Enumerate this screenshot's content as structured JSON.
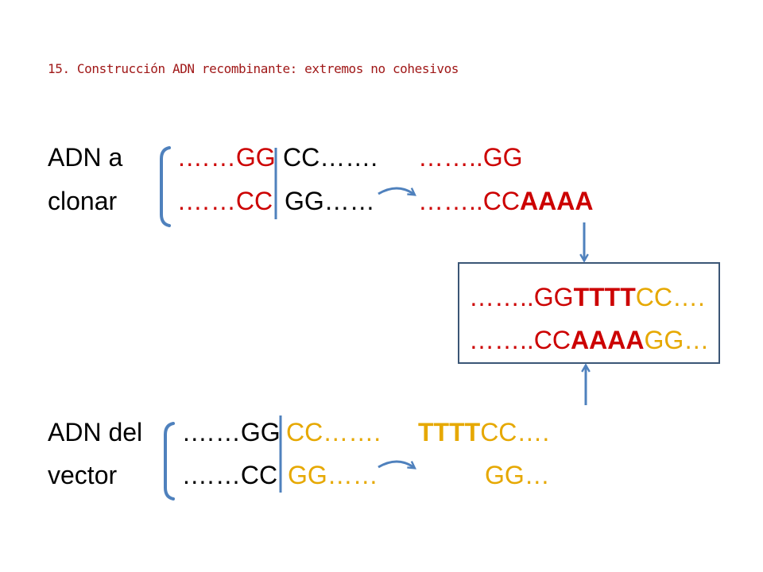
{
  "title": "15. Construcción ADN recombinante: extremos  no cohesivos",
  "insert": {
    "label_line1": "ADN a",
    "label_line2": "clonar",
    "top_left": ".……GG",
    "top_right": "CC…….",
    "bottom_left": ".……CC",
    "bottom_right": "GG……",
    "result_top": "……..GG",
    "result_bottom_prefix": "……..CC",
    "result_bottom_tail": "AAAA"
  },
  "vector": {
    "label_line1": "ADN del",
    "label_line2": "vector",
    "top_left": ".……GG",
    "top_right": "CC…….",
    "bottom_left": ".……CC",
    "bottom_right": "GG……",
    "result_top_tail": "TTTT",
    "result_top_suffix": "CC….",
    "result_bottom": "GG…"
  },
  "recombinant": {
    "line1_prefix": "……..GG",
    "line1_mid": "TTTT",
    "line1_suffix": "CC….",
    "line2_prefix": "……..CC",
    "line2_mid": "AAAA",
    "line2_suffix": "GG…"
  },
  "colors": {
    "label": "#000000",
    "insert_sequence": "#cc0000",
    "vector_sequence": "#e6a800",
    "bracket": "#4f81bd",
    "arrow": "#4f81bd",
    "box_border": "#3b5676",
    "title": "#a01818"
  }
}
